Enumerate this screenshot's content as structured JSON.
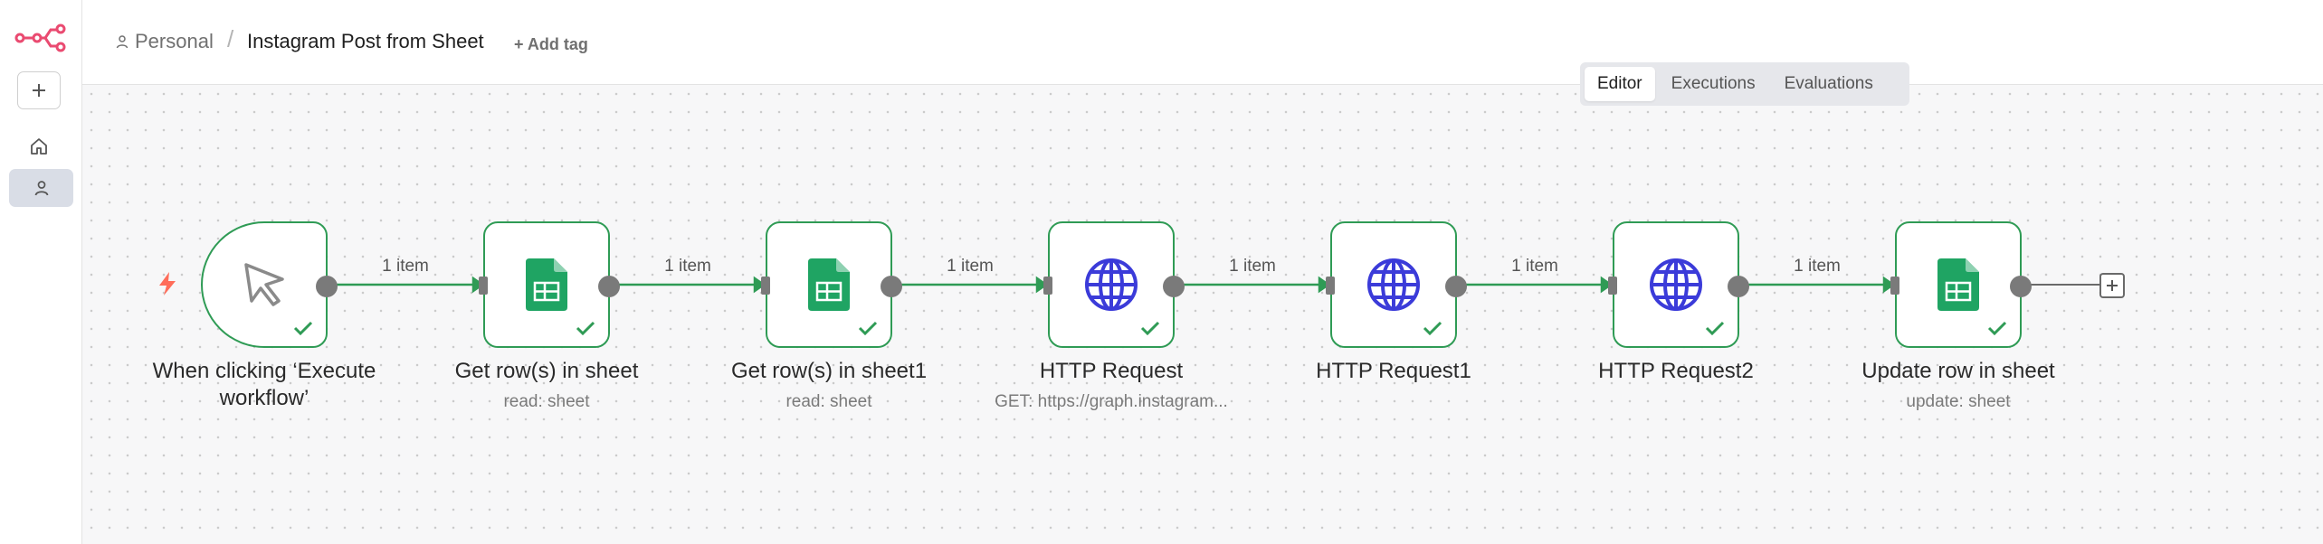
{
  "breadcrumb": {
    "project": "Personal",
    "separator": "/",
    "workflow_title": "Instagram Post from Sheet",
    "add_tag": "+ Add tag"
  },
  "view_tabs": [
    {
      "label": "Editor",
      "active": true
    },
    {
      "label": "Executions",
      "active": false
    },
    {
      "label": "Evaluations",
      "active": false
    }
  ],
  "nodes": [
    {
      "title": "When clicking ‘Execute workflow’",
      "subtitle": "",
      "icon": "cursor-pointer-icon",
      "status": "success"
    },
    {
      "title": "Get row(s) in sheet",
      "subtitle": "read: sheet",
      "icon": "google-sheets-icon",
      "status": "success"
    },
    {
      "title": "Get row(s) in sheet1",
      "subtitle": "read: sheet",
      "icon": "google-sheets-icon",
      "status": "success"
    },
    {
      "title": "HTTP Request",
      "subtitle": "GET: https://graph.instagram...",
      "icon": "globe-icon",
      "status": "success"
    },
    {
      "title": "HTTP Request1",
      "subtitle": "",
      "icon": "globe-icon",
      "status": "success"
    },
    {
      "title": "HTTP Request2",
      "subtitle": "",
      "icon": "globe-icon",
      "status": "success"
    },
    {
      "title": "Update row in sheet",
      "subtitle": "update: sheet",
      "icon": "google-sheets-icon",
      "status": "success"
    }
  ],
  "connections": [
    {
      "label": "1 item"
    },
    {
      "label": "1 item"
    },
    {
      "label": "1 item"
    },
    {
      "label": "1 item"
    },
    {
      "label": "1 item"
    },
    {
      "label": "1 item"
    }
  ],
  "colors": {
    "brand": "#ea4b71",
    "success": "#2f9b55",
    "sheets": "#1fa463",
    "globe": "#3b3bd9",
    "trigger_bolt": "#ff6d5a"
  }
}
